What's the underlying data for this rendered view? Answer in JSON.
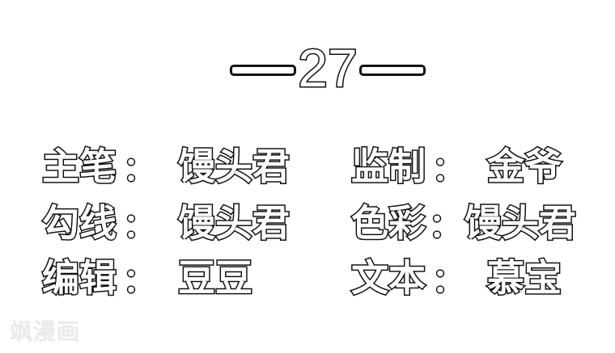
{
  "chapter": {
    "number": "27",
    "left_dash": "—",
    "right_dash": "—"
  },
  "credits": [
    {
      "label": "主笔",
      "colon": "：",
      "value": "馒头君"
    },
    {
      "label": "监制",
      "colon": "：",
      "value": "金爷"
    },
    {
      "label": "勾线",
      "colon": "：",
      "value": "馒头君"
    },
    {
      "label": "色彩",
      "colon": "：",
      "value": "馒头君"
    },
    {
      "label": "编辑",
      "colon": "：",
      "value": "豆豆"
    },
    {
      "label": "文本",
      "colon": "：",
      "value": "慕宝"
    }
  ],
  "watermark": {
    "text": "飒漫画"
  },
  "colors": {
    "background": "#ffffff",
    "text_fill": "#ffffff",
    "text_outline": "#111111",
    "watermark": "#eeeeee"
  }
}
